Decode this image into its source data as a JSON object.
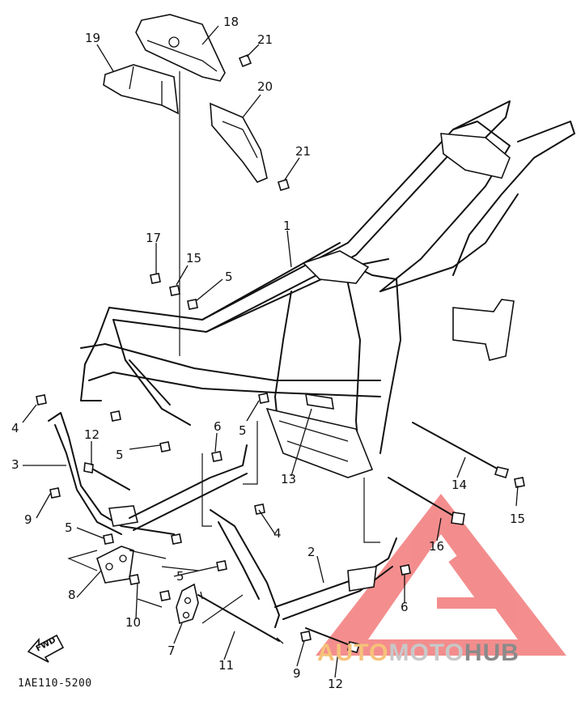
{
  "diagram": {
    "part_number": "1AE110-5200",
    "fwd_label": "FWD",
    "callouts": [
      {
        "id": "c18",
        "text": "18"
      },
      {
        "id": "c19",
        "text": "19"
      },
      {
        "id": "c21a",
        "text": "21"
      },
      {
        "id": "c20",
        "text": "20"
      },
      {
        "id": "c21b",
        "text": "21"
      },
      {
        "id": "c1",
        "text": "1"
      },
      {
        "id": "c17",
        "text": "17"
      },
      {
        "id": "c15a",
        "text": "15"
      },
      {
        "id": "c5a",
        "text": "5"
      },
      {
        "id": "c4a",
        "text": "4"
      },
      {
        "id": "c3",
        "text": "3"
      },
      {
        "id": "c12a",
        "text": "12"
      },
      {
        "id": "c5b",
        "text": "5"
      },
      {
        "id": "c6a",
        "text": "6"
      },
      {
        "id": "c5c",
        "text": "5"
      },
      {
        "id": "c13",
        "text": "13"
      },
      {
        "id": "c14",
        "text": "14"
      },
      {
        "id": "c15b",
        "text": "15"
      },
      {
        "id": "c9a",
        "text": "9"
      },
      {
        "id": "c5d",
        "text": "5"
      },
      {
        "id": "c4b",
        "text": "4"
      },
      {
        "id": "c16",
        "text": "16"
      },
      {
        "id": "c2",
        "text": "2"
      },
      {
        "id": "c8",
        "text": "8"
      },
      {
        "id": "c5e",
        "text": "5"
      },
      {
        "id": "c6b",
        "text": "6"
      },
      {
        "id": "c10",
        "text": "10"
      },
      {
        "id": "c7",
        "text": "7"
      },
      {
        "id": "c11",
        "text": "11"
      },
      {
        "id": "c9b",
        "text": "9"
      },
      {
        "id": "c12b",
        "text": "12"
      }
    ]
  },
  "watermark": {
    "part1": "AUTO",
    "part2": "MOTO",
    "part3": "HUB",
    "colors": {
      "auto": "#f6c27a",
      "moto": "#c8c8c8",
      "hub": "#8a8a8a",
      "triangle": "#f27a7a"
    }
  }
}
